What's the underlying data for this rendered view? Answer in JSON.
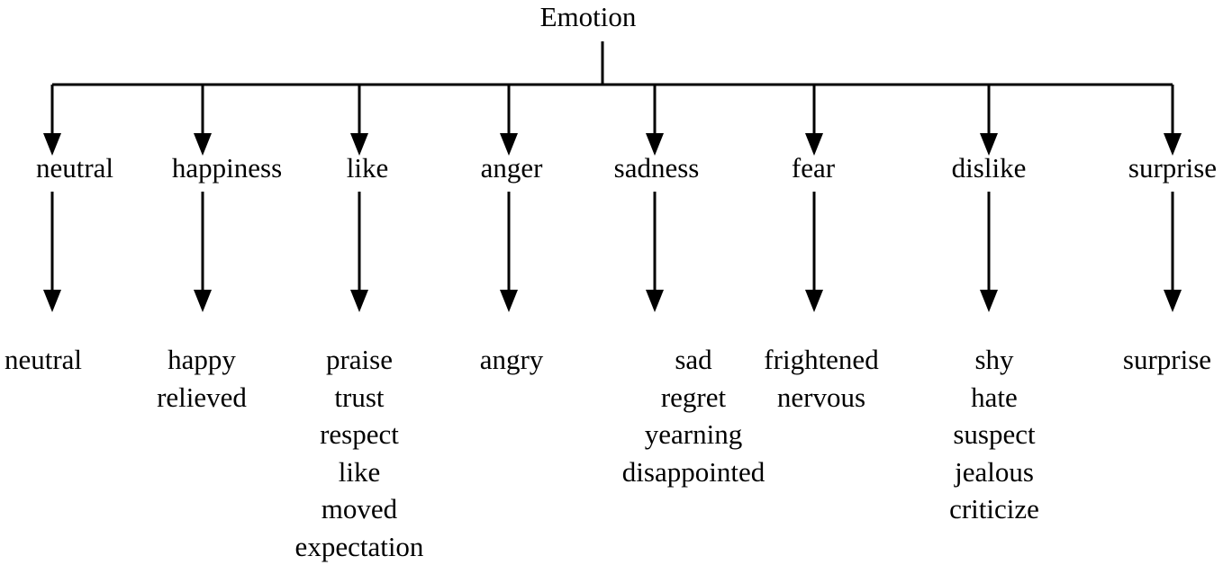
{
  "root": "Emotion",
  "categories": [
    {
      "label": "neutral",
      "items": [
        "neutral"
      ]
    },
    {
      "label": "happiness",
      "items": [
        "happy",
        "relieved"
      ]
    },
    {
      "label": "like",
      "items": [
        "praise",
        "trust",
        "respect",
        "like",
        "moved",
        "expectation"
      ]
    },
    {
      "label": "anger",
      "items": [
        "angry"
      ]
    },
    {
      "label": "sadness",
      "items": [
        "sad",
        "regret",
        "yearning",
        "disappointed"
      ]
    },
    {
      "label": "fear",
      "items": [
        "frightened",
        "nervous"
      ]
    },
    {
      "label": "dislike",
      "items": [
        "shy",
        "hate",
        "suspect",
        "jealous",
        "criticize"
      ]
    },
    {
      "label": "surprise",
      "items": [
        "surprise"
      ]
    }
  ]
}
